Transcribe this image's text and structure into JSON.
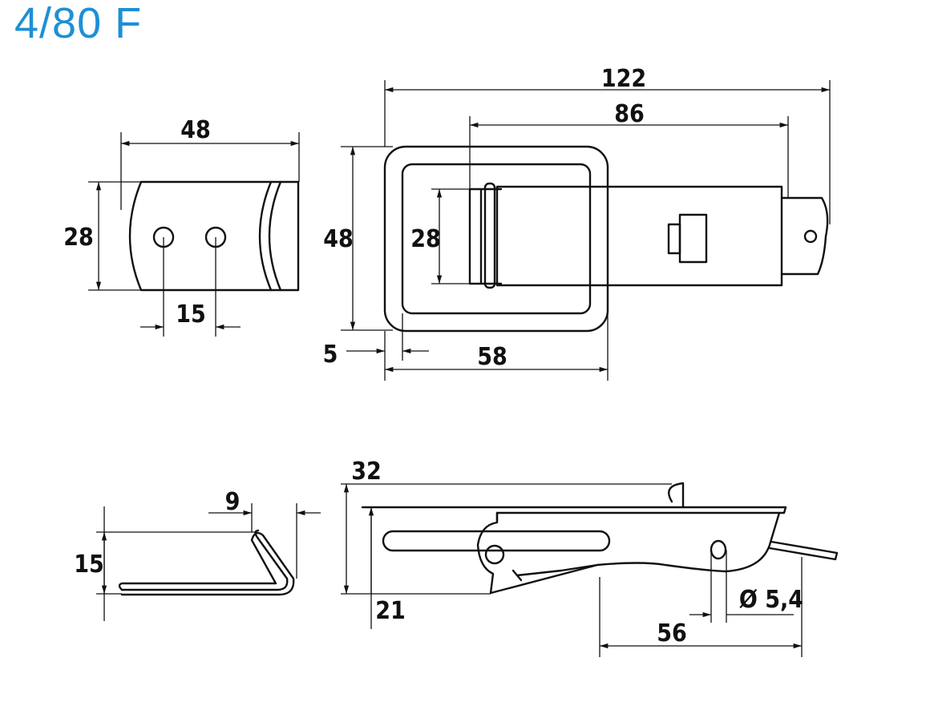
{
  "title": "4/80 F",
  "dimensions": {
    "catch_width": "48",
    "catch_height": "28",
    "catch_hole_spacing": "15",
    "overall_length": "122",
    "lever_length": "86",
    "base_height": "48",
    "hinge_height": "28",
    "base_offset": "5",
    "base_width": "58",
    "hook_offset": "9",
    "hook_height": "15",
    "closed_height": "32",
    "body_height": "21",
    "hole_diameter": "Ø 5,4",
    "hole_distance": "56"
  },
  "accent_color": "#1e8fd5"
}
